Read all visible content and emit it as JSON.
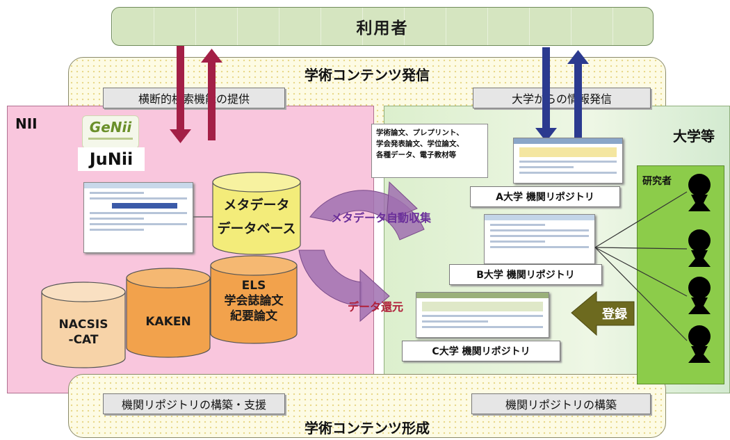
{
  "user_label": "利用者",
  "top_band": {
    "title": "学術コンテンツ発信",
    "left_label": "横断的検索機能の提供",
    "right_label": "大学からの情報発信"
  },
  "bottom_band": {
    "title": "学術コンテンツ形成",
    "left_label": "機関リポジトリの構築・支援",
    "right_label": "機関リポジトリの構築"
  },
  "nii": {
    "title": "NII",
    "genii_logo": "GeNii",
    "junii_logo": "JuNii",
    "metadata_db": [
      "メタデータ",
      "データベース"
    ],
    "databases": {
      "nacsis": [
        "NACSIS",
        "-CAT"
      ],
      "kaken": [
        "KAKEN"
      ],
      "els": [
        "ELS",
        "学会誌論文",
        "紀要論文"
      ]
    }
  },
  "university": {
    "title": "大学等",
    "callout": [
      "学術論文、プレプリント、",
      "学会発表論文、学位論文、",
      "各種データ、電子教材等"
    ],
    "repo_a": "A大学 機関リポジトリ",
    "repo_b": "B大学 機関リポジトリ",
    "repo_c": "C大学 機関リポジトリ",
    "researcher_label": "研究者",
    "register_label": "登録"
  },
  "cycle": {
    "harvest_label": "メタデータ自動収集",
    "return_label": "データ還元"
  },
  "colors": {
    "up_down_arrow_left": "#a31f46",
    "up_down_arrow_right": "#2b3a8f",
    "nii_panel": "#f9c6dd",
    "university_panel": "#dcefcd",
    "cycle_arrow": "#a070b0",
    "cylinder_yellow": "#f3ec7a",
    "cylinder_orange": "#f2a24c",
    "cylinder_peach": "#f7d3a8",
    "researcher_panel": "#8ccc4a",
    "register_arrow": "#6d6a1f"
  }
}
